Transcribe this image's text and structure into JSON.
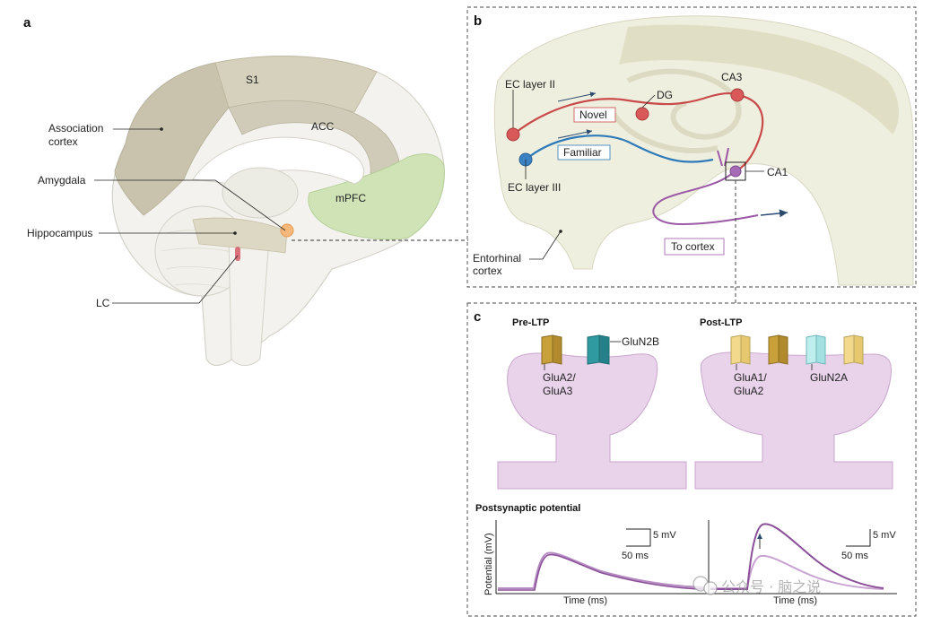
{
  "panels": {
    "a": {
      "letter": "a",
      "labels": {
        "s1": "S1",
        "association_line1": "Association",
        "association_line2": "cortex",
        "acc": "ACC",
        "amygdala": "Amygdala",
        "mpfc": "mPFC",
        "hippocampus": "Hippocampus",
        "lc": "LC"
      }
    },
    "b": {
      "letter": "b",
      "labels": {
        "ec_layer_ii": "EC layer II",
        "novel": "Novel",
        "dg": "DG",
        "ca3": "CA3",
        "familiar": "Familiar",
        "ec_layer_iii": "EC layer III",
        "ca1": "CA1",
        "to_cortex": "To cortex",
        "entorhinal_line1": "Entorhinal",
        "entorhinal_line2": "cortex"
      }
    },
    "c": {
      "letter": "c",
      "pre_title": "Pre-LTP",
      "post_title": "Post-LTP",
      "glun2b": "GluN2B",
      "glua2_line1": "GluA2/",
      "glua2_line2": "GluA3",
      "glua1_line1": "GluA1/",
      "glua1_line2": "GluA2",
      "glun2a": "GluN2A",
      "psp_title": "Postsynaptic potential",
      "ylabel": "Potential (mV)",
      "xlabel": "Time (ms)",
      "scale_mv": "5 mV",
      "scale_ms": "50 ms"
    }
  },
  "watermark": "公众号 · 脑之说",
  "colors": {
    "novel_path": "#c94a4a",
    "familiar_path": "#2e7ab8",
    "ca1_path": "#9b59a6",
    "acc_region": "#d6d2c0",
    "mpfc_region": "#cfe3b6",
    "assoc_region": "#c9c3ae",
    "spine": "#e6cde6",
    "glua_gold": "#c9a13a",
    "glun_teal": "#2f9aa0"
  }
}
